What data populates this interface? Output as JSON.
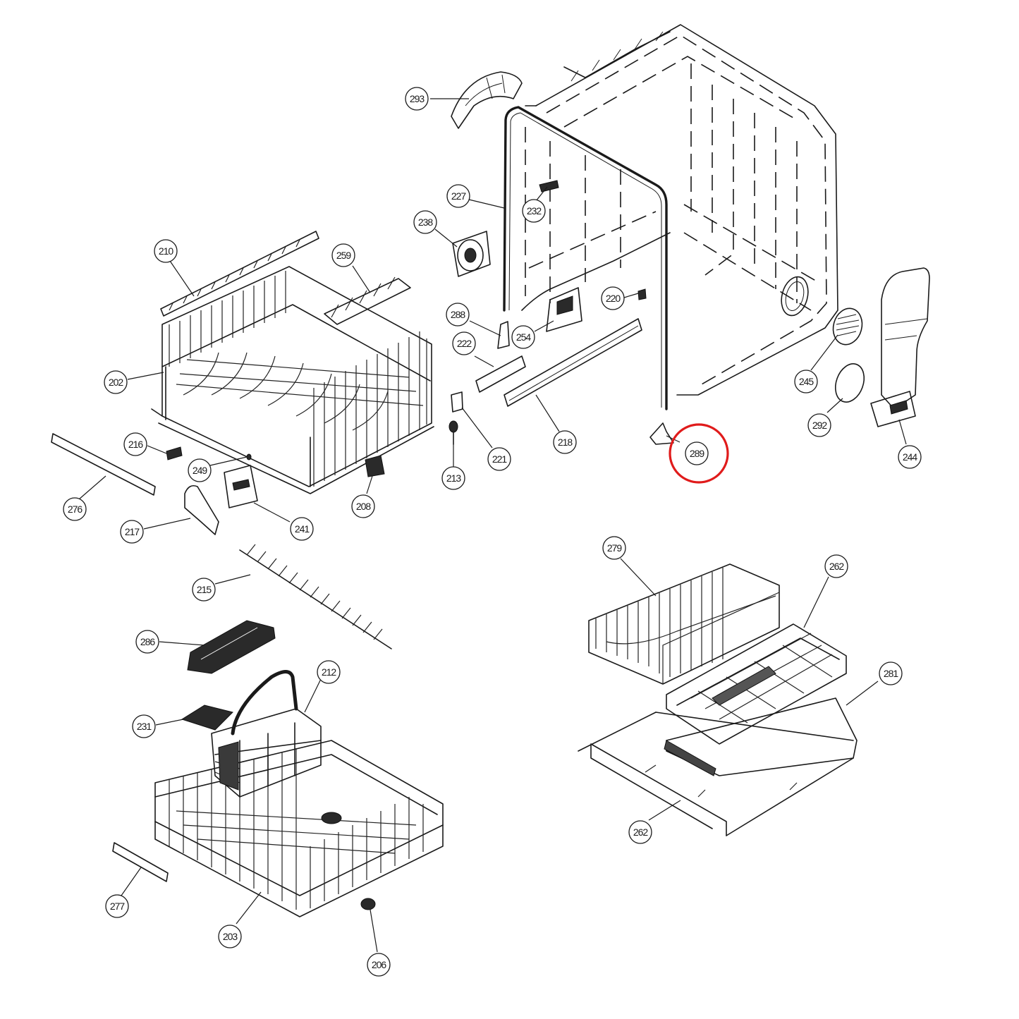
{
  "diagram": {
    "highlight_color": "#e01b1b",
    "highlighted_part": "289",
    "callouts": [
      {
        "id": "293",
        "label": "293"
      },
      {
        "id": "227",
        "label": "227"
      },
      {
        "id": "232",
        "label": "232"
      },
      {
        "id": "238",
        "label": "238"
      },
      {
        "id": "210",
        "label": "210"
      },
      {
        "id": "259",
        "label": "259"
      },
      {
        "id": "220",
        "label": "220"
      },
      {
        "id": "288",
        "label": "288"
      },
      {
        "id": "254",
        "label": "254"
      },
      {
        "id": "222",
        "label": "222"
      },
      {
        "id": "202",
        "label": "202"
      },
      {
        "id": "245",
        "label": "245"
      },
      {
        "id": "292",
        "label": "292"
      },
      {
        "id": "244",
        "label": "244"
      },
      {
        "id": "218",
        "label": "218"
      },
      {
        "id": "221",
        "label": "221"
      },
      {
        "id": "213",
        "label": "213"
      },
      {
        "id": "289",
        "label": "289"
      },
      {
        "id": "216",
        "label": "216"
      },
      {
        "id": "249",
        "label": "249"
      },
      {
        "id": "276",
        "label": "276"
      },
      {
        "id": "217",
        "label": "217"
      },
      {
        "id": "241",
        "label": "241"
      },
      {
        "id": "208",
        "label": "208"
      },
      {
        "id": "215",
        "label": "215"
      },
      {
        "id": "286",
        "label": "286"
      },
      {
        "id": "212",
        "label": "212"
      },
      {
        "id": "231",
        "label": "231"
      },
      {
        "id": "277",
        "label": "277"
      },
      {
        "id": "203",
        "label": "203"
      },
      {
        "id": "206",
        "label": "206"
      },
      {
        "id": "279",
        "label": "279"
      },
      {
        "id": "262a",
        "label": "262"
      },
      {
        "id": "281",
        "label": "281"
      },
      {
        "id": "262b",
        "label": "262"
      }
    ]
  }
}
